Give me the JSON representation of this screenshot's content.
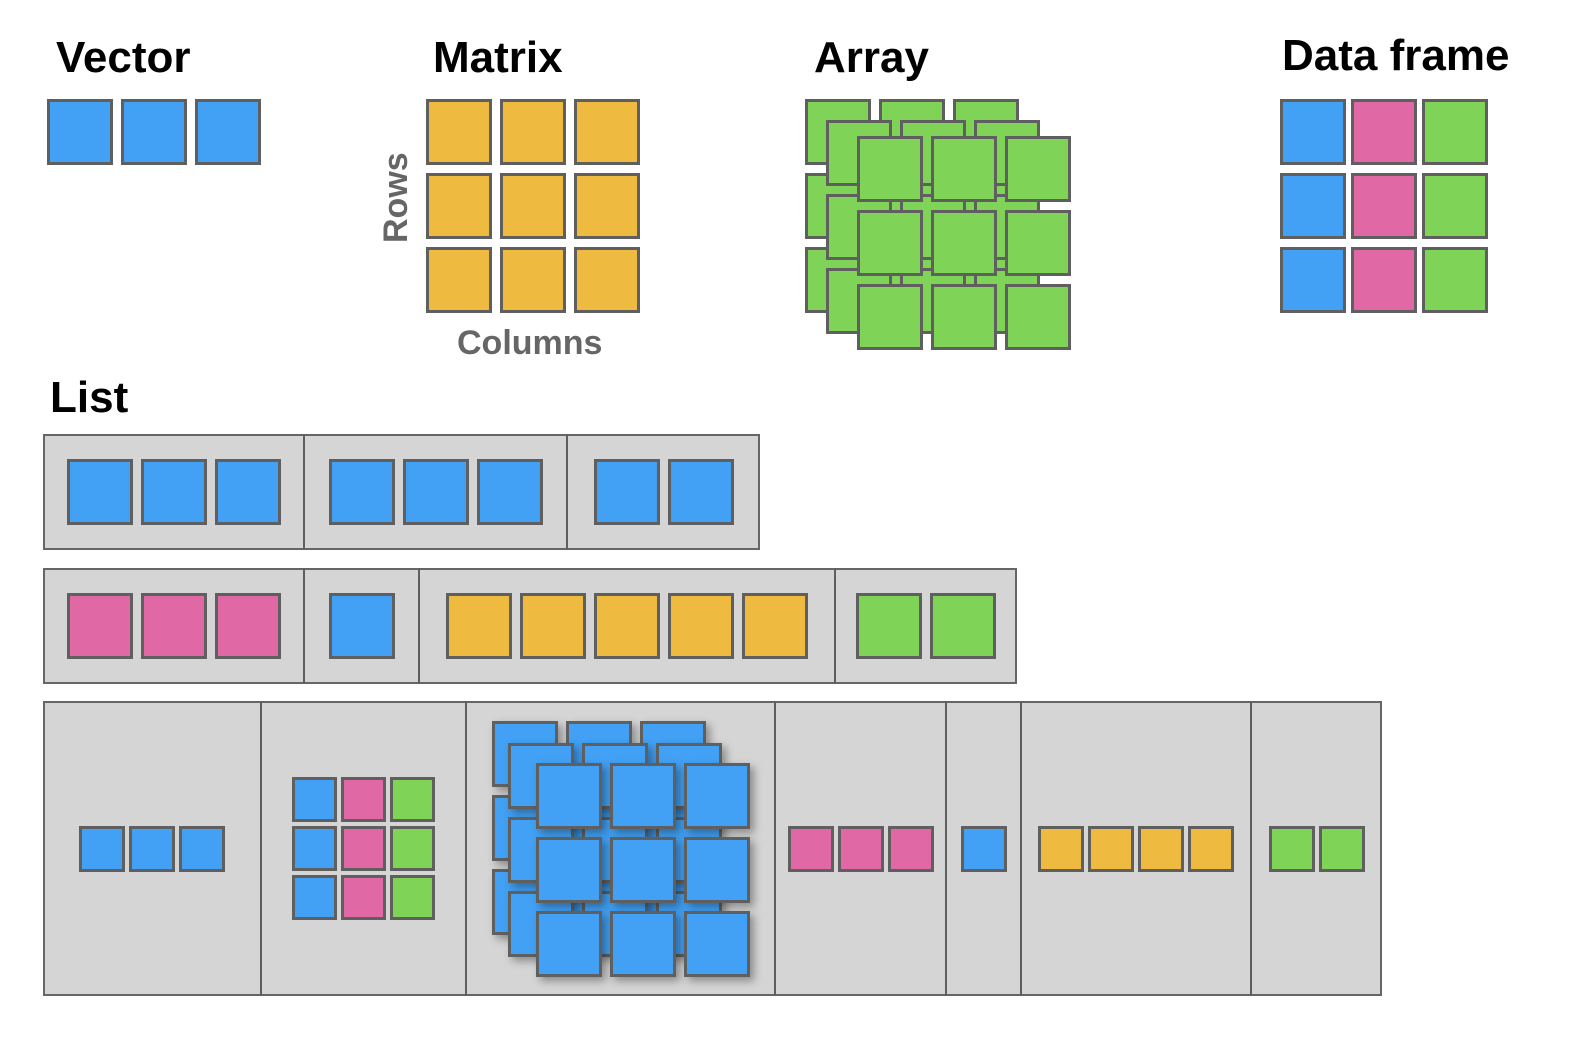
{
  "colors": {
    "blue": "#42a1f5",
    "yellow": "#eeba3f",
    "green": "#7fd356",
    "pink": "#e068a4",
    "list_bg": "#d5d5d5",
    "border": "#5f5f5f",
    "axis_text": "#666666"
  },
  "titles": {
    "vector": "Vector",
    "matrix": "Matrix",
    "array": "Array",
    "data_frame": "Data frame",
    "list": "List"
  },
  "matrix_axes": {
    "rows": "Rows",
    "columns": "Columns"
  },
  "vector": {
    "length": 3,
    "color": "blue"
  },
  "matrix": {
    "rows": 3,
    "cols": 3,
    "color": "yellow"
  },
  "array": {
    "rows": 3,
    "cols": 3,
    "layers": 3,
    "color": "green"
  },
  "data_frame": {
    "rows": 3,
    "columns": [
      "blue",
      "pink",
      "green"
    ]
  },
  "list_rows": [
    {
      "elements": [
        {
          "type": "vector",
          "length": 3,
          "color": "blue"
        },
        {
          "type": "vector",
          "length": 3,
          "color": "blue"
        },
        {
          "type": "vector",
          "length": 2,
          "color": "blue"
        }
      ]
    },
    {
      "elements": [
        {
          "type": "vector",
          "length": 3,
          "color": "pink"
        },
        {
          "type": "vector",
          "length": 1,
          "color": "blue"
        },
        {
          "type": "vector",
          "length": 5,
          "color": "yellow"
        },
        {
          "type": "vector",
          "length": 2,
          "color": "green"
        }
      ]
    },
    {
      "elements": [
        {
          "type": "vector",
          "length": 3,
          "color": "blue"
        },
        {
          "type": "data_frame",
          "rows": 3,
          "columns": [
            "blue",
            "pink",
            "green"
          ]
        },
        {
          "type": "array",
          "rows": 3,
          "cols": 3,
          "layers": 3,
          "color": "blue"
        },
        {
          "type": "vector",
          "length": 3,
          "color": "pink"
        },
        {
          "type": "vector",
          "length": 1,
          "color": "blue"
        },
        {
          "type": "vector",
          "length": 4,
          "color": "yellow"
        },
        {
          "type": "vector",
          "length": 2,
          "color": "green"
        }
      ]
    }
  ]
}
